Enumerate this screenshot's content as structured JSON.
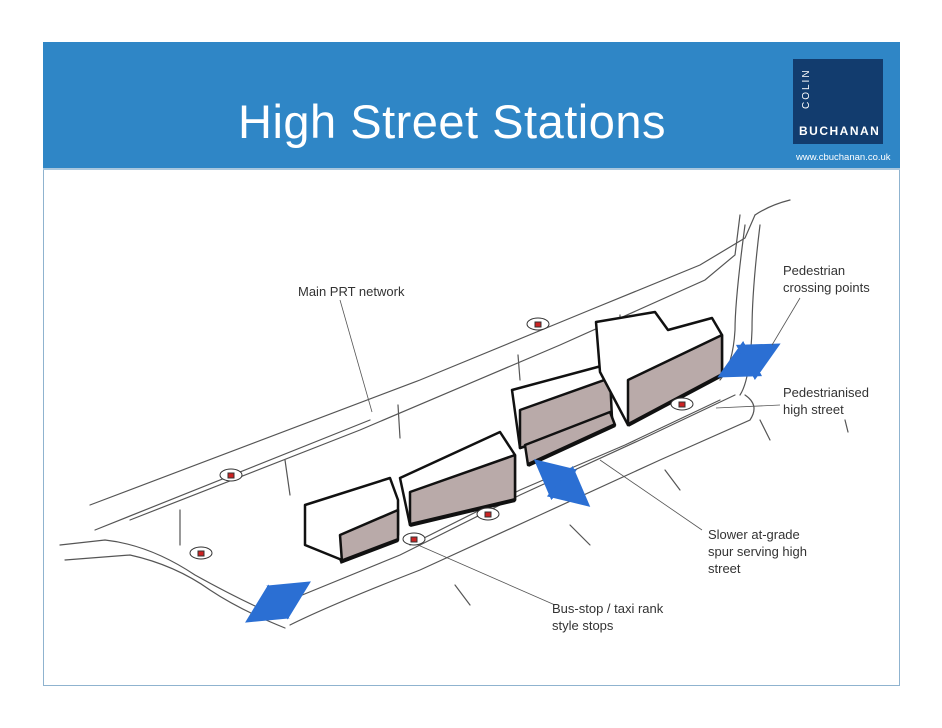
{
  "slide": {
    "title": "High Street Stations",
    "logo": {
      "colin": "COLIN",
      "buchanan": "BUCHANAN",
      "url": "www.cbuchanan.co.uk"
    },
    "colors": {
      "header": "#2f86c6",
      "logo": "#123c6e",
      "arrow": "#2b6fd3",
      "building": "#b9aaa9"
    }
  },
  "labels": {
    "main_prt_network": "Main PRT network",
    "pedestrian_crossing_1": "Pedestrian",
    "pedestrian_crossing_2": "crossing points",
    "pedestrianised_1": "Pedestrianised",
    "pedestrianised_2": "high street",
    "slower_1": "Slower at-grade",
    "slower_2": "spur serving high",
    "slower_3": "street",
    "busstop_1": "Bus-stop / taxi rank",
    "busstop_2": "style stops"
  }
}
